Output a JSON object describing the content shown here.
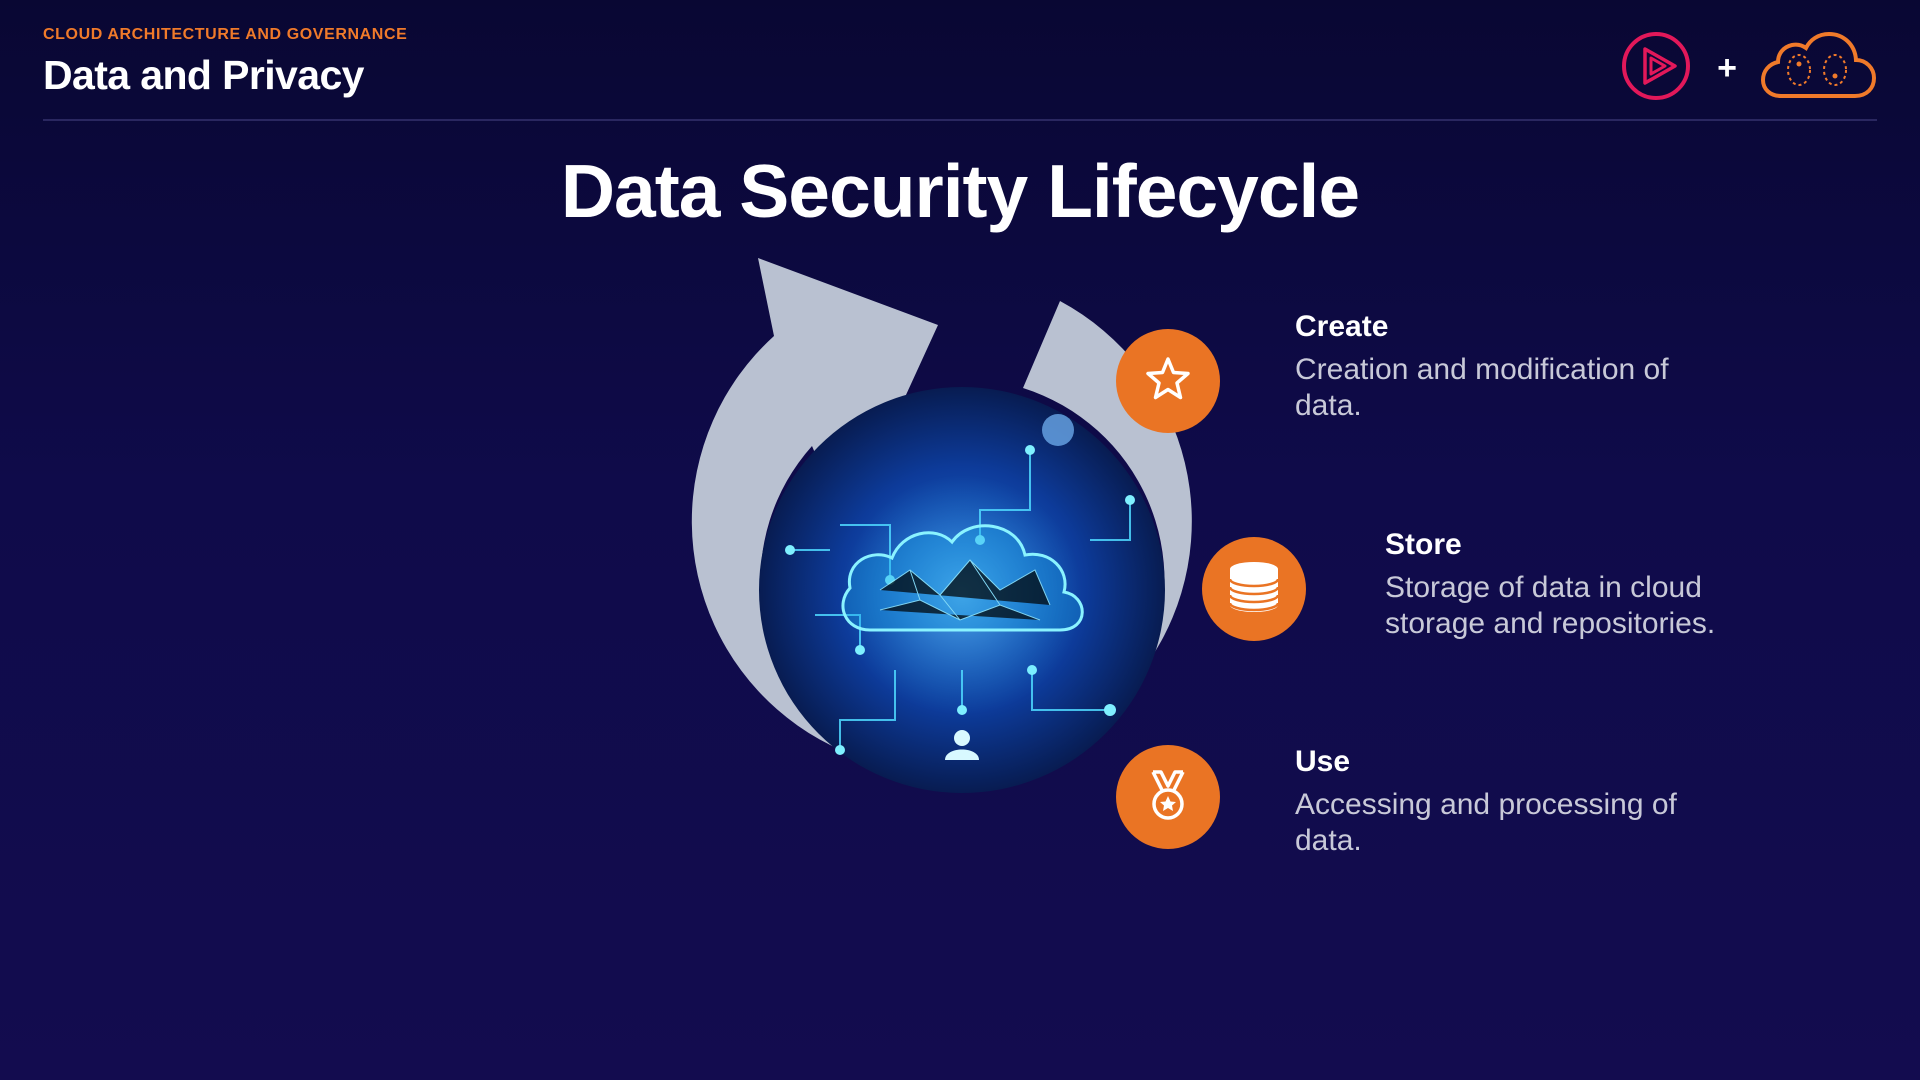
{
  "header": {
    "eyebrow": "CLOUD ARCHITECTURE AND GOVERNANCE",
    "section_title": "Data and Privacy",
    "plus": "+"
  },
  "logos": [
    {
      "name": "pluralsight-logo",
      "icon": "play-triangle-icon"
    },
    {
      "name": "cloud-brain-logo",
      "icon": "cloud-brain-icon"
    }
  ],
  "slide": {
    "title": "Data Security Lifecycle"
  },
  "lifecycle": {
    "steps": [
      {
        "heading": "Create",
        "description": "Creation and modification of data.",
        "icon": "star-icon"
      },
      {
        "heading": "Store",
        "description": "Storage of data in cloud storage and repositories.",
        "icon": "database-icon"
      },
      {
        "heading": "Use",
        "description": "Accessing and processing of data.",
        "icon": "medal-icon"
      }
    ]
  },
  "colors": {
    "background": "#0f0b4a",
    "accent": "#ea7424",
    "ring": "#b9c1d1",
    "eyebrow": "#f07a2a"
  }
}
